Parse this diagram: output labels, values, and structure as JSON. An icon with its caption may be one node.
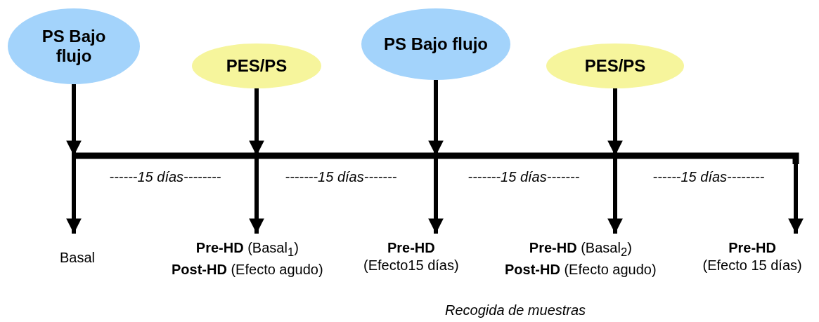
{
  "diagram": {
    "nodes": [
      {
        "text": [
          "PS Bajo flujo"
        ]
      },
      {
        "text": [
          "PES/PS"
        ]
      },
      {
        "text": [
          "PS Bajo flujo"
        ]
      },
      {
        "text": [
          "PES/PS"
        ]
      },
      {
        "text": [
          "Basal"
        ]
      },
      {
        "text": [
          "**Pre-HD** (Basal$_{1}$)",
          "**Post-HD** (Efecto agudo)"
        ]
      },
      {
        "text": [
          "**Pre-HD**",
          "(Efecto15 días)"
        ]
      },
      {
        "text": [
          "**Pre-HD** (Basal$_{2}$)",
          "**Post-HD** (Efecto agudo)"
        ]
      },
      {
        "text": [
          "**Pre-HD**",
          "(Efecto 15 días)"
        ]
      }
    ],
    "edges": [
      {
        "from": 0,
        "to": null,
        "arrow": "to"
      },
      {
        "from": 1,
        "to": null,
        "arrow": "to"
      },
      {
        "from": 2,
        "to": null,
        "arrow": "to"
      },
      {
        "from": 3,
        "to": null,
        "arrow": "to"
      },
      {
        "from": null,
        "to": 4,
        "arrow": "to"
      },
      {
        "from": null,
        "to": 5,
        "arrow": "to"
      },
      {
        "from": null,
        "to": 6,
        "arrow": "to"
      },
      {
        "from": null,
        "to": 7,
        "arrow": "to"
      },
      {
        "from": null,
        "to": 8,
        "arrow": "to"
      }
    ],
    "labels": [
      "------15 días--------",
      "-------15 días-------",
      "-------15 días-------",
      "------15 días--------",
      "Recogida de muestras"
    ]
  }
}
